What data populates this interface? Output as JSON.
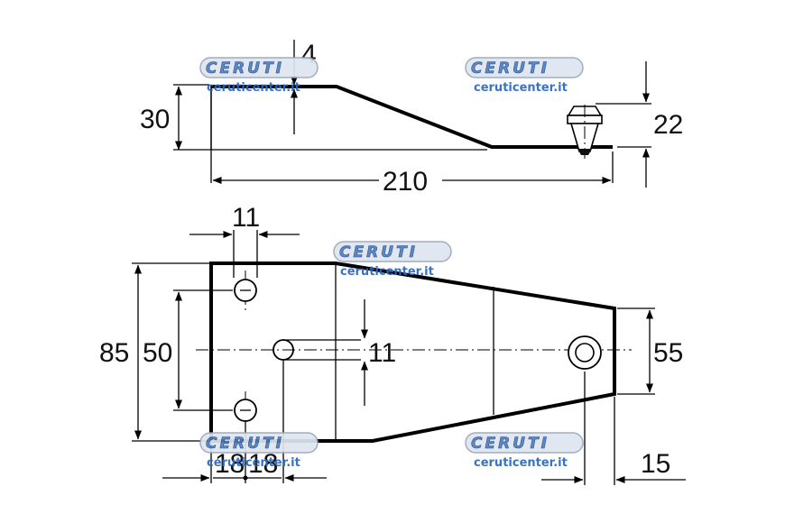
{
  "dimensions": {
    "top_thickness": "4",
    "top_height": "30",
    "top_length": "210",
    "knob_height": "22",
    "slot_width": "11",
    "total_height": "85",
    "hole_spacing": "50",
    "slot_height": "11",
    "end_height": "55",
    "edge_offset_a": "18",
    "edge_offset_b": "18",
    "end_offset": "15"
  },
  "watermark": {
    "word": "CERUTI",
    "url": "ceruticenter.it",
    "color": "#4f7fc4"
  }
}
